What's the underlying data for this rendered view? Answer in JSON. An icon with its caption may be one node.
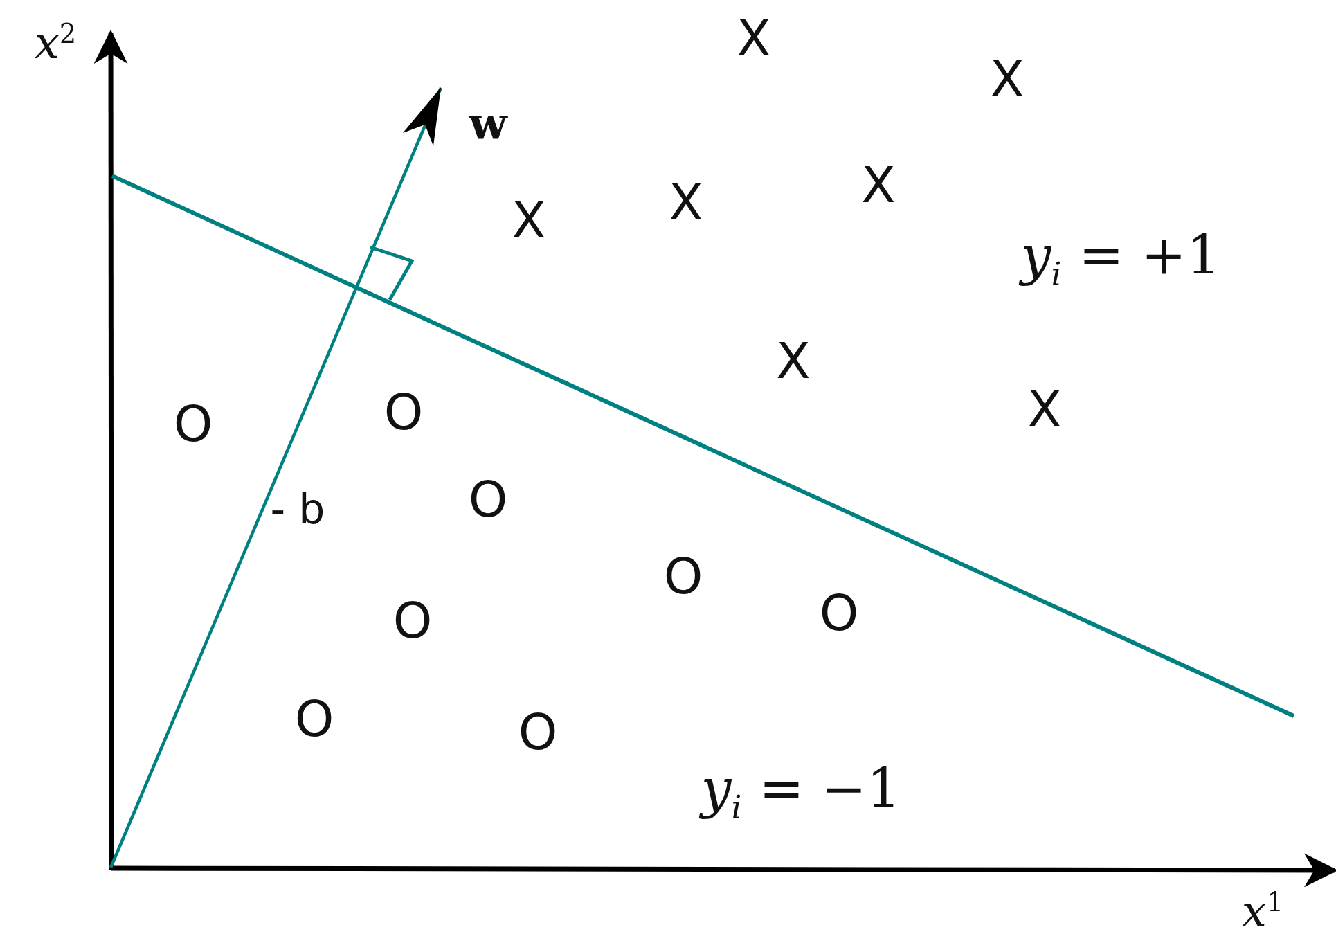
{
  "diagram": {
    "labels": [
      "*x*$^{2}$",
      "X",
      "X",
      "w",
      "X",
      "X",
      "X",
      "*y*$_{i}$ = +1",
      "X",
      "X",
      "O",
      "O",
      "O",
      "- b",
      "O",
      "O",
      "O",
      "O",
      "O",
      "*y*$_{i}$ = −1",
      "*x*$^{1}$"
    ]
  }
}
